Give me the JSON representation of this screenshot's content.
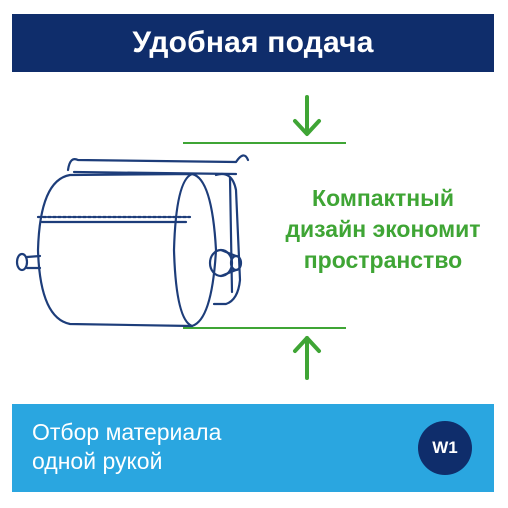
{
  "header": {
    "title": "Удобная подача"
  },
  "callout": {
    "lines": [
      "Компактный",
      "дизайн экономит",
      "пространство"
    ]
  },
  "footer": {
    "lines": [
      "Отбор материала",
      "одной рукой"
    ],
    "badge": "W1"
  },
  "icons": {
    "top_arrow": "arrow-down-icon",
    "bottom_arrow": "arrow-up-icon",
    "dispenser": "paper-roll-dispenser-icon"
  },
  "colors": {
    "header_bg": "#0f2d6b",
    "accent_green": "#3fa535",
    "footer_bg": "#2aa6e0",
    "badge_bg": "#0f2d6b",
    "line_art": "#1d3d7a"
  }
}
